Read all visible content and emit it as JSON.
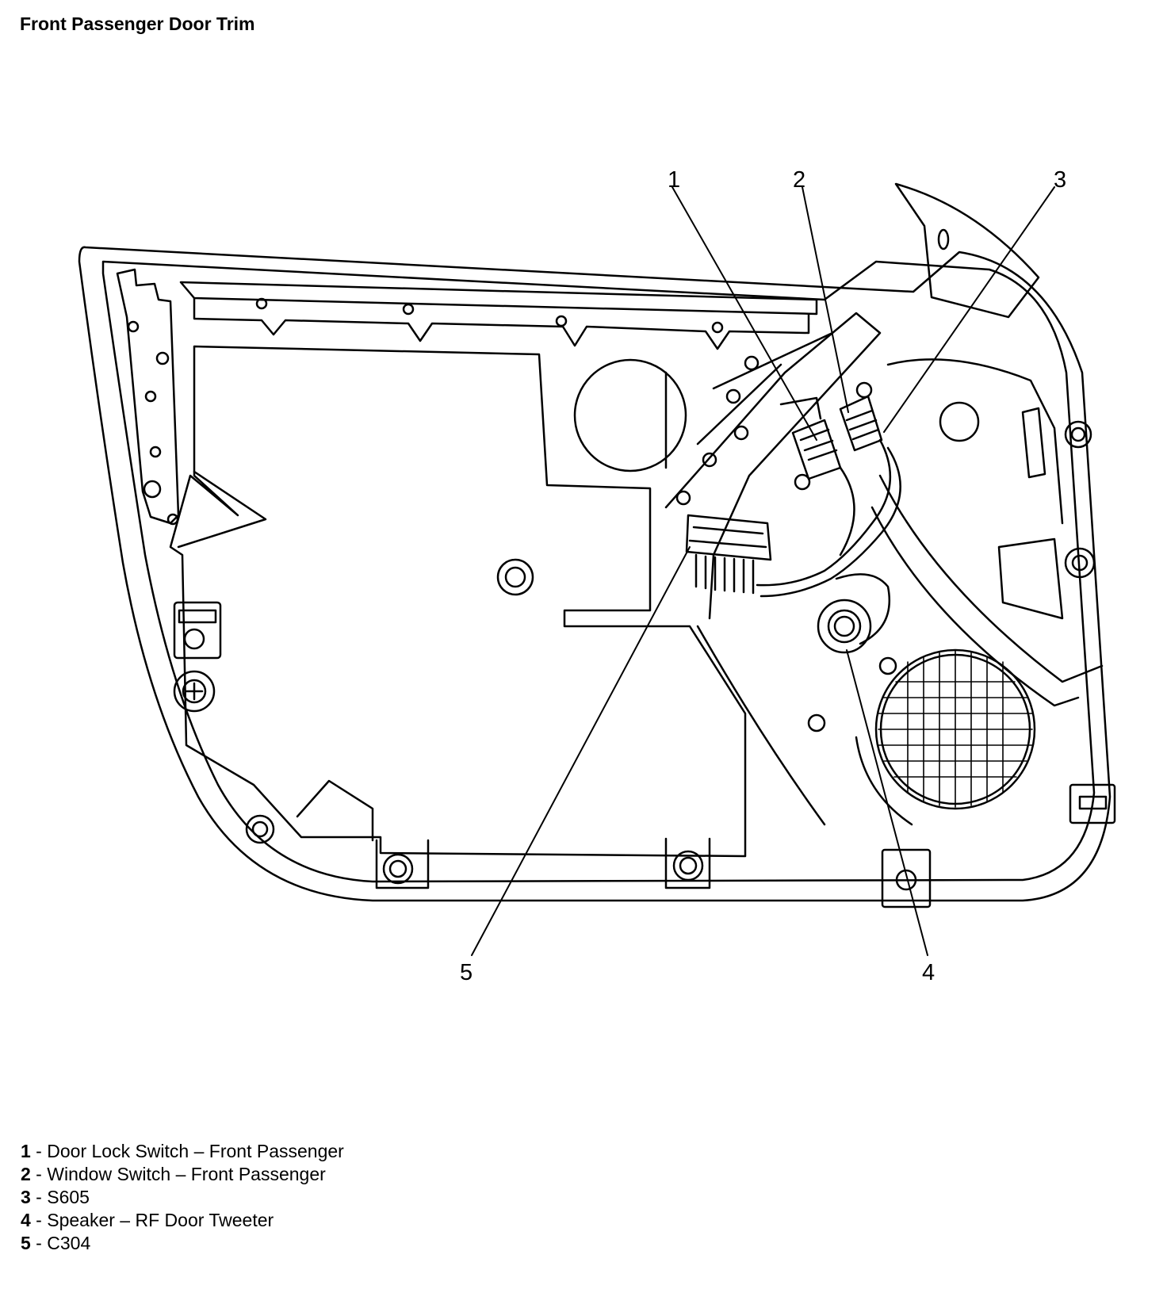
{
  "title": "Front Passenger Door Trim",
  "callouts": [
    {
      "num": "1",
      "label": "Door Lock Switch – Front Passenger"
    },
    {
      "num": "2",
      "label": "Window Switch – Front Passenger"
    },
    {
      "num": "3",
      "label": "S605"
    },
    {
      "num": "4",
      "label": "Speaker – RF Door Tweeter"
    },
    {
      "num": "5",
      "label": "C304"
    }
  ],
  "separator": " - "
}
